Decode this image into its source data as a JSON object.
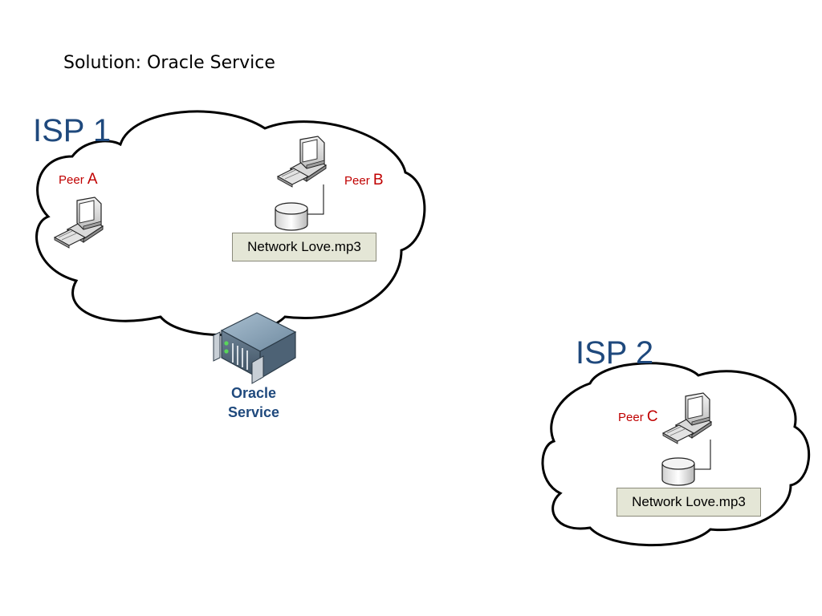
{
  "slide": {
    "title": "Solution: Oracle Service"
  },
  "isp1": {
    "label": "ISP 1",
    "peer_a": {
      "prefix": "Peer",
      "letter": "A"
    },
    "peer_b": {
      "prefix": "Peer",
      "letter": "B",
      "file": "Network Love.mp3"
    }
  },
  "oracle": {
    "line1": "Oracle",
    "line2": "Service"
  },
  "isp2": {
    "label": "ISP 2",
    "peer_c": {
      "prefix": "Peer",
      "letter": "C",
      "file": "Network Love.mp3"
    }
  },
  "colors": {
    "isp_label": "#1F497D",
    "peer_label": "#C00000",
    "file_box": "#E4E6D6"
  }
}
